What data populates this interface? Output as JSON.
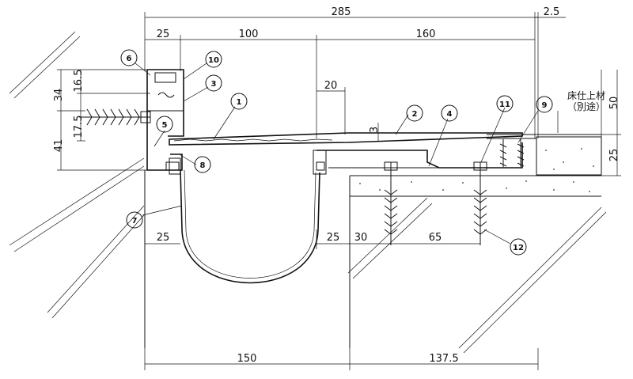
{
  "dimensions": {
    "top_total": "285",
    "top_right": "2.5",
    "top_a": "25",
    "top_b": "100",
    "top_c": "160",
    "left_34": "34",
    "left_16_5": "16.5",
    "left_17_5": "17.5",
    "left_41": "41",
    "cover_20": "20",
    "cover_3": "3",
    "right_50": "50",
    "right_25": "25",
    "mid_25a": "25",
    "mid_25b": "25",
    "mid_30": "30",
    "mid_65": "65",
    "bottom_150": "150",
    "bottom_137_5": "137.5"
  },
  "callouts": [
    "1",
    "2",
    "3",
    "4",
    "5",
    "6",
    "7",
    "8",
    "9",
    "10",
    "11",
    "12"
  ],
  "note": {
    "line1": "床仕上材",
    "line2": "（別途）"
  }
}
